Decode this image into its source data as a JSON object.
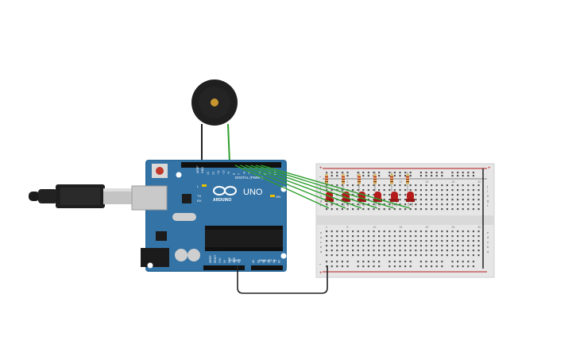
{
  "board": {
    "brand": "ARDUINO",
    "model": "UNO",
    "digital_label": "DIGITAL (PWM~)",
    "power_label": "POWER",
    "analog_label": "ANALOG IN",
    "aref": "AREF",
    "gnd": "GND",
    "tx": "TX",
    "rx": "RX",
    "l_led": "L",
    "on_led": "ON",
    "digital_pins": [
      "13",
      "12",
      "~11",
      "~10",
      "~9",
      "8",
      "7",
      "~6",
      "~5",
      "4",
      "~3",
      "2",
      "TX 1",
      "RX 0"
    ],
    "power_pins": [
      "IOREF",
      "RESET",
      "3.3V",
      "5V",
      "GND",
      "GND",
      "Vin"
    ],
    "analog_pins": [
      "A0",
      "A1",
      "A2",
      "A3",
      "A4",
      "A5"
    ]
  },
  "breadboard": {
    "columns": [
      "1",
      "5",
      "10",
      "15",
      "20",
      "25",
      "30"
    ],
    "rows_top": [
      "j",
      "i",
      "h",
      "g",
      "f"
    ],
    "rows_bottom": [
      "e",
      "d",
      "c",
      "b",
      "a"
    ],
    "plus": "+",
    "minus": "-"
  },
  "colors": {
    "board": "#2f6d9e",
    "wire_signal": "#2e9e2e",
    "wire_ground": "#222222",
    "led": "#b51b1b",
    "resistor": "#d9b46a",
    "breadboard": "#e6e6e6",
    "buzzer": "#1f1f1f"
  },
  "icons": {
    "usb_cable": "usb-cable-icon",
    "buzzer": "piezo-buzzer-icon",
    "arduino_logo": "arduino-infinity-logo-icon"
  }
}
